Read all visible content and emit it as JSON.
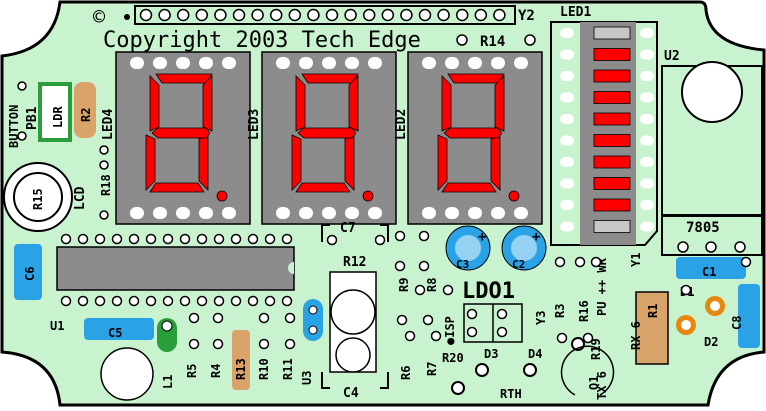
{
  "board": {
    "copyright_symbol": "©",
    "title": "Copyright 2003 Tech Edge",
    "name": "LDO1",
    "colors": {
      "board": "#c9f3cf",
      "outline": "#000000",
      "led_body": "#8c8c8c",
      "led_segment": "#ff0000",
      "bargraph_body": "#8c8c8c",
      "cap_blue": "#2aa3e6",
      "resistor": "#d9a36a",
      "diode_orange": "#e8870e"
    }
  },
  "labels": {
    "y2": "Y2",
    "r14": "R14",
    "led1": "LED1",
    "u2": "U2",
    "button": "BUTTON",
    "pb1": "PB1",
    "ldr": "LDR",
    "r2": "R2",
    "led4": "LED4",
    "led3": "LED3",
    "led2": "LED2",
    "r15": "R15",
    "lcd": "LCD",
    "r18": "R18",
    "reg": "7805",
    "c7": "C7",
    "c3": "C3",
    "c2": "C2",
    "c6": "C6",
    "r12": "R12",
    "r9": "R9",
    "r8": "R8",
    "pu_wr": "PU ++ WR",
    "y1": "Y1",
    "c1": "C1",
    "u1": "U1",
    "isp": "●ISP",
    "y3": "Y3",
    "r3": "R3",
    "r16": "R16",
    "r1": "R1",
    "d1": "D1",
    "c8": "C8",
    "c5": "C5",
    "rx6": "RX 6",
    "d2": "D2",
    "l1": "L1",
    "r5": "R5",
    "r4": "R4",
    "r13": "R13",
    "r10": "R10",
    "r11": "R11",
    "u3": "U3",
    "r20": "R20",
    "d3": "D3",
    "d4": "D4",
    "r19": "R19",
    "r6": "R6",
    "r7": "R7",
    "c4": "C4",
    "rth": "RTH",
    "q1": "Q1",
    "tx6": "TX 6",
    "plus": "+"
  },
  "display": {
    "digits": [
      {
        "name": "LED4",
        "lit": [
          "a",
          "b",
          "c",
          "d",
          "e",
          "f",
          "g"
        ]
      },
      {
        "name": "LED3",
        "lit": [
          "a",
          "b",
          "c",
          "d",
          "e",
          "f",
          "g"
        ]
      },
      {
        "name": "LED2",
        "lit": [
          "a",
          "b",
          "c",
          "d",
          "e",
          "f",
          "g"
        ]
      }
    ],
    "bargraph_segments": 10,
    "bargraph_lit": [
      1,
      2,
      3,
      4,
      5,
      6,
      7,
      8
    ]
  }
}
